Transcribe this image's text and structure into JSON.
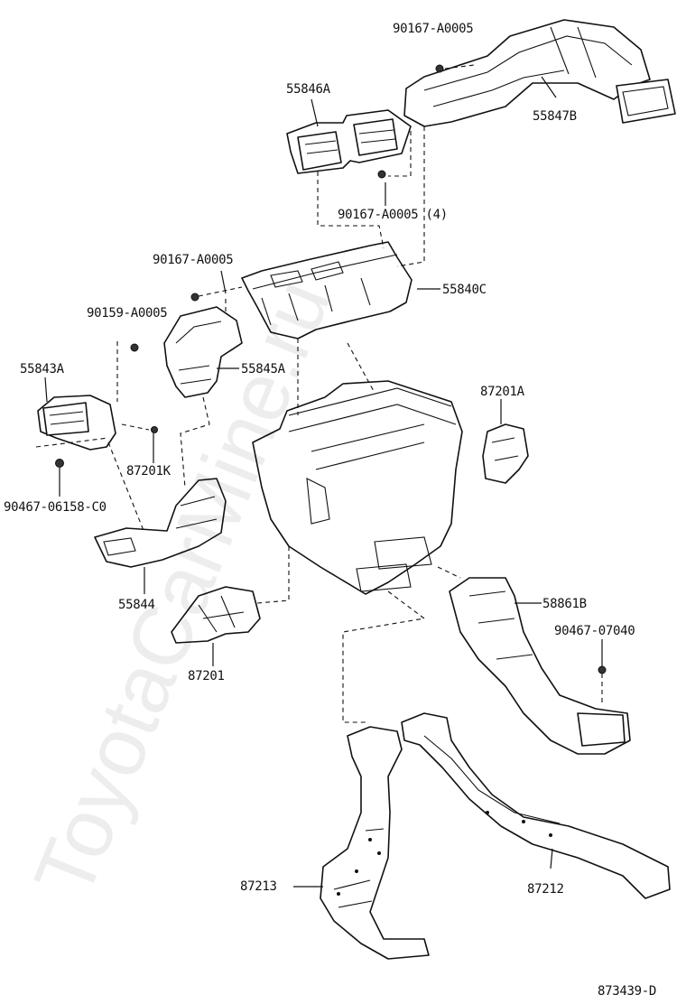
{
  "watermark": "ToyotaCarMine.ru",
  "diagram_code": "873439-D",
  "labels": {
    "p90167_top": "90167-A0005",
    "p55847b": "55847B",
    "p55846a": "55846A",
    "p90167_4": "90167-A0005 (4)",
    "p90167_mid": "90167-A0005",
    "p55840c": "55840C",
    "p90159": "90159-A0005",
    "p55845a": "55845A",
    "p55843a": "55843A",
    "p87201a": "87201A",
    "p87201k": "87201K",
    "p90467_06158": "90467-06158-C0",
    "p55844": "55844",
    "p58861b": "58861B",
    "p90467_07040": "90467-07040",
    "p87201": "87201",
    "p87213": "87213",
    "p87212": "87212"
  }
}
